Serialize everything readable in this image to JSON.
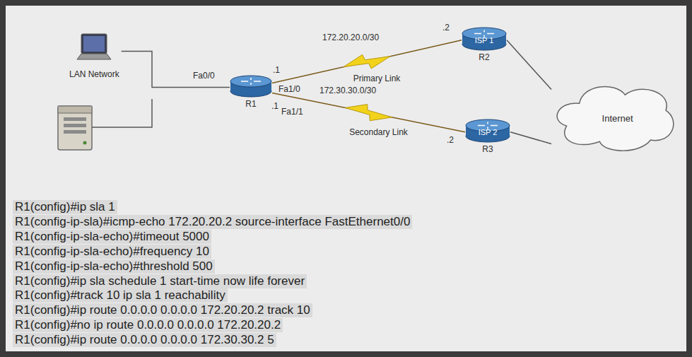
{
  "diagram": {
    "nodes": [
      {
        "text": [
          "LAN Network"
        ]
      },
      {
        "text": [
          "R1"
        ]
      },
      {
        "text": [
          "ISP 1",
          "R2"
        ]
      },
      {
        "text": [
          "ISP 2",
          "R3"
        ]
      },
      {
        "text": [
          "Internet"
        ]
      }
    ],
    "edges": [
      {
        "from": 0,
        "to": 1,
        "arrow": "none"
      },
      {
        "from": 1,
        "to": 2,
        "label": "Primary Link",
        "arrow": "none"
      },
      {
        "from": 1,
        "to": 3,
        "label": "Secondary Link",
        "arrow": "none"
      },
      {
        "from": 2,
        "to": 4,
        "arrow": "none"
      },
      {
        "from": 3,
        "to": 4,
        "arrow": "none"
      }
    ],
    "labels": [
      "Fa0/0",
      ".1",
      "Fa1/0",
      "172.20.20.0/30",
      ".2",
      ".1",
      "Fa1/1",
      "172.30.30.0/30",
      ".2",
      "R1(config)#ip sla 1",
      "R1(config-ip-sla)#icmp-echo 172.20.20.2 source-interface FastEthernet0/0",
      "R1(config-ip-sla-echo)#timeout 5000",
      "R1(config-ip-sla-echo)#frequency 10",
      "R1(config-ip-sla-echo)#threshold 500",
      "R1(config)#ip sla schedule 1 start-time now life forever",
      "R1(config)#track 10 ip sla 1 reachability",
      "R1(config)#ip route 0.0.0.0 0.0.0.0 172.20.20.2 track 10",
      "R1(config)#no ip route 0.0.0.0 0.0.0.0 172.20.20.2",
      "R1(config)#ip route 0.0.0.0 0.0.0.0 172.30.30.2 5"
    ]
  }
}
